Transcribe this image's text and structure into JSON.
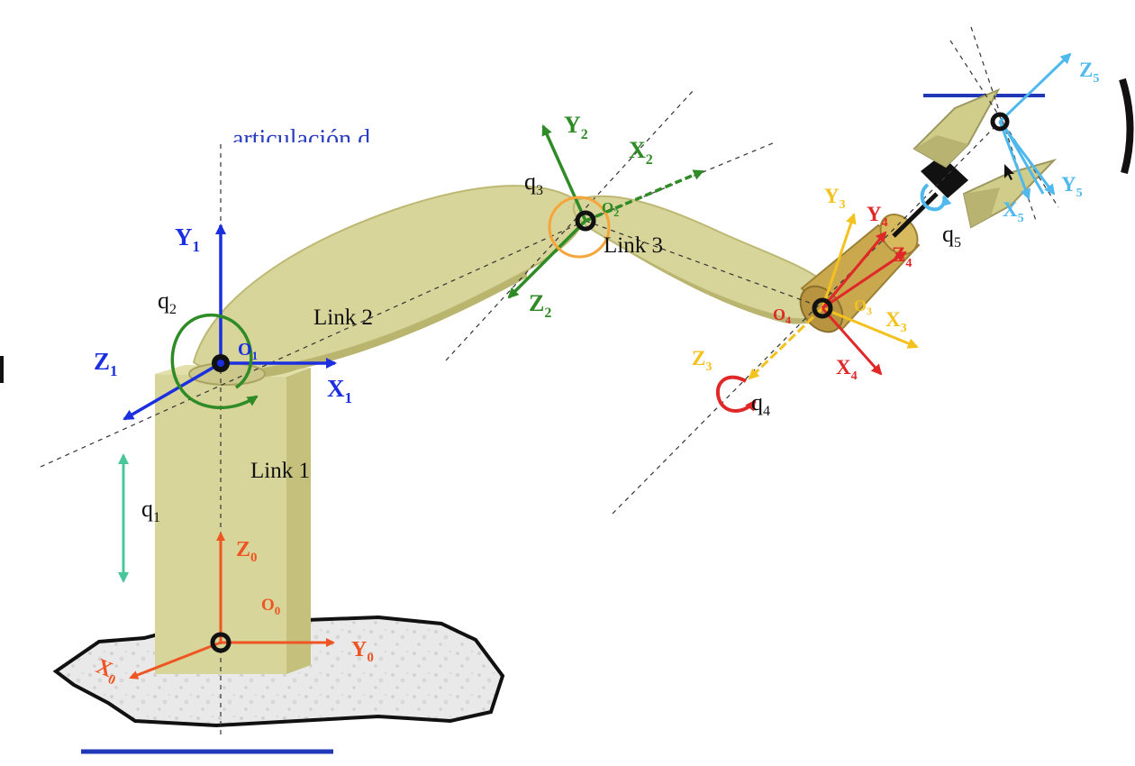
{
  "header_fragment": "articulación d",
  "colors": {
    "link": "#d8d59a",
    "link_side": "#c2bd78",
    "link_dark": "#b4ae68",
    "base_rock": "#e7e7e7",
    "frame0": "#ee5522",
    "frame1": "#1b2fe0",
    "frame2": "#2e8b25",
    "frame3": "#f4c21e",
    "frame4": "#e02828",
    "frame5": "#4fb9ee",
    "q1": "#4ac79a",
    "q3": "#f6a53a"
  },
  "links": {
    "link1": "Link 1",
    "link2": "Link 2",
    "link3": "Link 3"
  },
  "joints": {
    "q1": {
      "base": "q",
      "sub": "1"
    },
    "q2": {
      "base": "q",
      "sub": "2"
    },
    "q3": {
      "base": "q",
      "sub": "3"
    },
    "q4": {
      "base": "q",
      "sub": "4"
    },
    "q5": {
      "base": "q",
      "sub": "5"
    }
  },
  "frames": {
    "f0": {
      "x": {
        "base": "X",
        "sub": "0"
      },
      "y": {
        "base": "Y",
        "sub": "0"
      },
      "z": {
        "base": "Z",
        "sub": "0"
      },
      "o": {
        "base": "O",
        "sub": "0"
      }
    },
    "f1": {
      "x": {
        "base": "X",
        "sub": "1"
      },
      "y": {
        "base": "Y",
        "sub": "1"
      },
      "z": {
        "base": "Z",
        "sub": "1"
      },
      "o": {
        "base": "O",
        "sub": "1"
      }
    },
    "f2": {
      "x": {
        "base": "X",
        "sub": "2"
      },
      "y": {
        "base": "Y",
        "sub": "2"
      },
      "z": {
        "base": "Z",
        "sub": "2"
      },
      "o": {
        "base": "O",
        "sub": "2"
      }
    },
    "f3": {
      "x": {
        "base": "X",
        "sub": "3"
      },
      "y": {
        "base": "Y",
        "sub": "3"
      },
      "z": {
        "base": "Z",
        "sub": "3"
      },
      "o": {
        "base": "O",
        "sub": "3"
      }
    },
    "f4": {
      "x": {
        "base": "X",
        "sub": "4"
      },
      "y": {
        "base": "Y",
        "sub": "4"
      },
      "z": {
        "base": "Z",
        "sub": "4"
      },
      "o": {
        "base": "O",
        "sub": "4"
      }
    },
    "f5": {
      "x": {
        "base": "X",
        "sub": "5"
      },
      "y": {
        "base": "Y",
        "sub": "5"
      },
      "z": {
        "base": "Z",
        "sub": "5"
      }
    }
  }
}
